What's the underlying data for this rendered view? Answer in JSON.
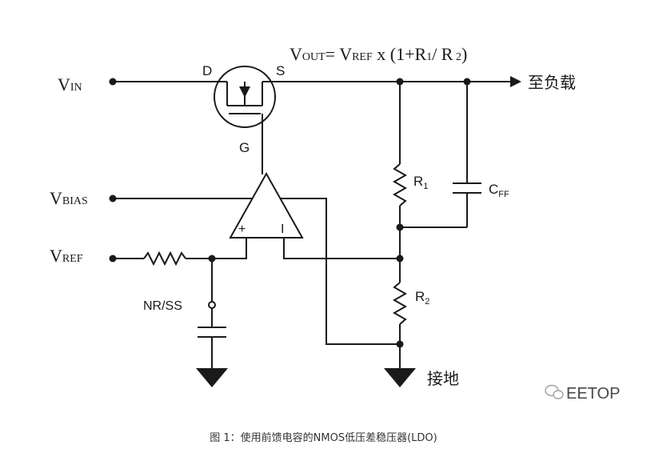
{
  "diagram": {
    "formula": {
      "vout_main": "V",
      "vout_sub": "OUT",
      "equals": "= ",
      "vref_main": "V",
      "vref_sub": "REF",
      "rest1": " x (1+R",
      "r1_sub": "1",
      "rest2": "/ R",
      "r2_sub": " 2",
      "rest3": ")"
    },
    "labels": {
      "vin_main": "V",
      "vin_sub": "IN",
      "vbias_main": "V",
      "vbias_sub": "BIAS",
      "vref_main": "V",
      "vref_sub": "REF",
      "drain": "D",
      "source": "S",
      "gate": "G",
      "to_load": "至负载",
      "r1_main": "R",
      "r1_sub": "1",
      "r2_main": "R",
      "r2_sub": "2",
      "cff_main": "C",
      "cff_sub": "FF",
      "nrss": "NR/SS",
      "ground": "接地",
      "amp_plus": "+",
      "amp_minus": "I"
    }
  },
  "watermark": {
    "text": "EETOP"
  },
  "caption": {
    "text": "图 1：使用前馈电容的NMOS低压差稳压器(LDO)"
  }
}
